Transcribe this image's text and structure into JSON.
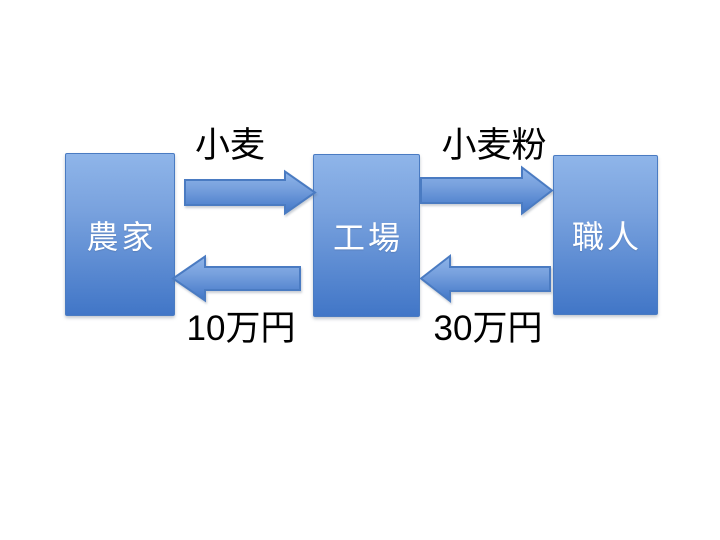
{
  "diagram": {
    "type": "flow-diagram",
    "background": "#FFFFFF",
    "palette": {
      "node_fill_top": "#8FB5E9",
      "node_fill_bottom": "#4176C7",
      "node_border": "#4A7BC2",
      "node_text": "#FFFFFF",
      "flow_label_text": "#000000"
    },
    "nodes": [
      {
        "id": "farmer",
        "label": "農家"
      },
      {
        "id": "factory",
        "label": "工場"
      },
      {
        "id": "craftsman",
        "label": "職人"
      }
    ],
    "flows": [
      {
        "from": "farmer",
        "to": "factory",
        "direction": "right",
        "label": "小麦"
      },
      {
        "from": "factory",
        "to": "farmer",
        "direction": "left",
        "label": "10万円"
      },
      {
        "from": "factory",
        "to": "craftsman",
        "direction": "right",
        "label": "小麦粉"
      },
      {
        "from": "craftsman",
        "to": "factory",
        "direction": "left",
        "label": "30万円"
      }
    ]
  }
}
